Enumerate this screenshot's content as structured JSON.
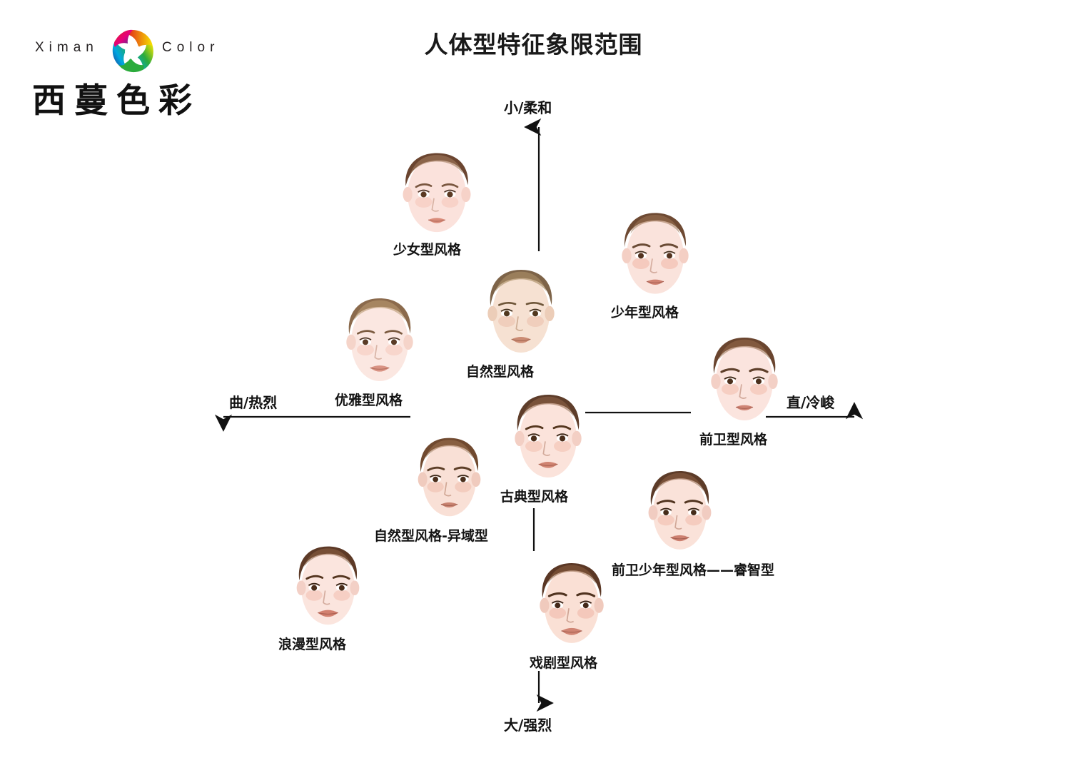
{
  "brand": {
    "word_left": "Ximan",
    "word_right": "Color",
    "chinese": "西蔓色彩",
    "logo_icon": "color-wheel-icon",
    "colors": {
      "red": "#e2231a",
      "magenta": "#e6007e",
      "yellow": "#f6e500",
      "green": "#2bab3c",
      "cyan": "#00a7e1",
      "blue": "#1b3f94"
    }
  },
  "header": {
    "title": "人体型特征象限范围"
  },
  "chart_data": {
    "type": "scatter",
    "title": "人体型特征象限范围",
    "xlabel": "曲/热烈 ←→ 直/冷峻",
    "ylabel": "大/强烈 ←→ 小/柔和",
    "axes": {
      "top": "小/柔和",
      "bottom": "大/强烈",
      "left": "曲/热烈",
      "right": "直/冷峻"
    },
    "xlim": [
      -100,
      100
    ],
    "ylim": [
      -100,
      100
    ],
    "grid": false,
    "legend": "none",
    "points": [
      {
        "label": "少女型风格",
        "x": -25,
        "y": 62
      },
      {
        "label": "少年型风格",
        "x": 27,
        "y": 42
      },
      {
        "label": "优雅型风格",
        "x": -37,
        "y": 28
      },
      {
        "label": "自然型风格",
        "x": -6,
        "y": 32
      },
      {
        "label": "前卫型风格",
        "x": 52,
        "y": 8
      },
      {
        "label": "古典型风格",
        "x": -1,
        "y": -7
      },
      {
        "label": "自然型风格-异域型",
        "x": -24,
        "y": -22
      },
      {
        "label": "前卫少年型风格——睿智型",
        "x": 33,
        "y": -33
      },
      {
        "label": "浪漫型风格",
        "x": -48,
        "y": -57
      },
      {
        "label": "戏剧型风格",
        "x": 4,
        "y": -62
      }
    ]
  },
  "faces": [
    {
      "id": "face-shaonv",
      "label": "少女型风格",
      "hair": "#6b4530",
      "hair_light": "#a07a5c",
      "skin": "#fbe2dc",
      "lip": "#d98b79",
      "blush": "#f6c9bd"
    },
    {
      "id": "face-shaonian",
      "label": "少年型风格",
      "hair": "#6e4a33",
      "hair_light": "#9d7352",
      "skin": "#fae3dc",
      "lip": "#cf8171",
      "blush": "#f2bfb1"
    },
    {
      "id": "face-youya",
      "label": "优雅型风格",
      "hair": "#8b6a4c",
      "hair_light": "#b9976f",
      "skin": "#fbe7e1",
      "lip": "#d99384",
      "blush": "#f7cfc3"
    },
    {
      "id": "face-ziran",
      "label": "自然型风格",
      "hair": "#7d6348",
      "hair_light": "#ab8d66",
      "skin": "#f6e1d2",
      "lip": "#cb8b73",
      "blush": "#eec6b2"
    },
    {
      "id": "face-qianwei",
      "label": "前卫型风格",
      "hair": "#6a452f",
      "hair_light": "#96694a",
      "skin": "#fbe4de",
      "lip": "#cf8475",
      "blush": "#f3c4b7"
    },
    {
      "id": "face-gudian",
      "label": "古典型风格",
      "hair": "#5e3d2a",
      "hair_light": "#8f6447",
      "skin": "#fbe3db",
      "lip": "#d08472",
      "blush": "#f4c6b8"
    },
    {
      "id": "face-yiyu",
      "label": "自然型风格-异域型",
      "hair": "#70492f",
      "hair_light": "#9d7150",
      "skin": "#f9e0d6",
      "lip": "#c98371",
      "blush": "#f1c3b3"
    },
    {
      "id": "face-ruizhi",
      "label": "前卫少年型风格——睿智型",
      "hair": "#5c3b28",
      "hair_light": "#8e6143",
      "skin": "#fae2d9",
      "lip": "#cd8070",
      "blush": "#f2c3b4"
    },
    {
      "id": "face-langman",
      "label": "浪漫型风格",
      "hair": "#5d3a27",
      "hair_light": "#8c6044",
      "skin": "#fbe5de",
      "lip": "#d2806f",
      "blush": "#f4c6b9"
    },
    {
      "id": "face-xiju",
      "label": "戏剧型风格",
      "hair": "#5a3725",
      "hair_light": "#8b5e40",
      "skin": "#fae0d5",
      "lip": "#d08473",
      "blush": "#f1c0b1"
    }
  ]
}
